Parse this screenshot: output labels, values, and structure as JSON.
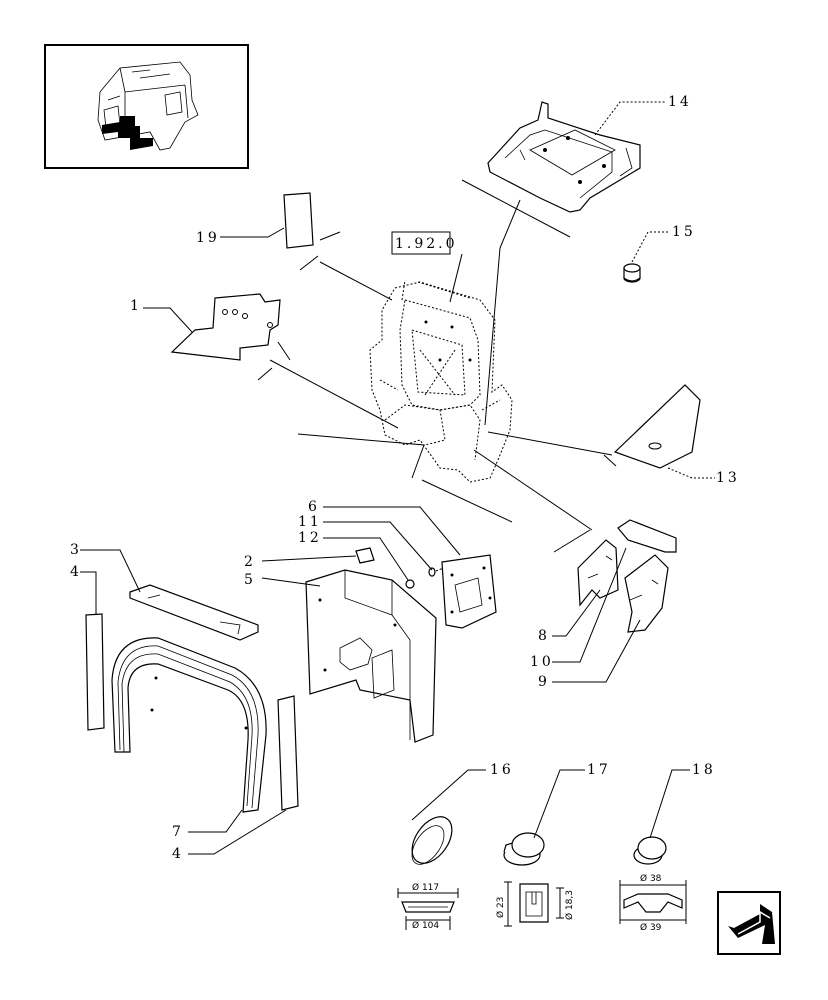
{
  "reference_box": {
    "text": "1.92.0"
  },
  "callouts": {
    "c1": "1",
    "c2": "2",
    "c3": "3",
    "c4a": "4",
    "c4b": "4",
    "c5": "5",
    "c6": "6",
    "c7": "7",
    "c8": "8",
    "c9": "9",
    "c10": "10",
    "c11": "11",
    "c12": "12",
    "c13": "13",
    "c14": "14",
    "c15": "15",
    "c16": "16",
    "c17": "17",
    "c18": "18",
    "c19": "19"
  },
  "dimensions": {
    "p16_outer": "Ø 117",
    "p16_inner": "Ø 104",
    "p17_height": "Ø 23",
    "p17_inner": "Ø 18,3",
    "p18_top": "Ø 38",
    "p18_bottom": "Ø 39"
  },
  "icons": {
    "thumbnail": "tractor-cab-thumbnail-icon",
    "navigation": "back-arrow-icon"
  }
}
